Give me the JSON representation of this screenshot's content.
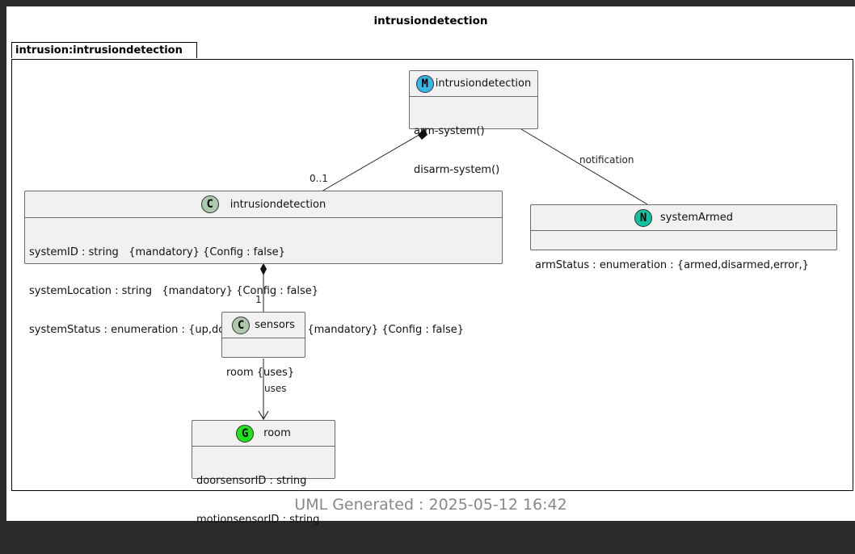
{
  "diagram": {
    "title": "intrusiondetection",
    "package_label": "intrusion:intrusiondetection",
    "footer": "UML Generated : 2025-05-12 16:42"
  },
  "nodes": {
    "module": {
      "stereotype": "M",
      "stereotype_color": "#35b7e8",
      "name": "intrusiondetection",
      "members": [
        "arm-system()",
        "disarm-system()"
      ]
    },
    "container": {
      "stereotype": "C",
      "stereotype_color": "#adc9ad",
      "name": "intrusiondetection",
      "members": [
        "systemID : string   {mandatory} {Config : false}",
        "systemLocation : string   {mandatory} {Config : false}",
        "systemStatus : enumeration : {up,down,armed,...}   {mandatory} {Config : false}"
      ]
    },
    "notification": {
      "stereotype": "N",
      "stereotype_color": "#11c1a1",
      "name": "systemArmed",
      "members": [
        "armStatus : enumeration : {armed,disarmed,error,}"
      ]
    },
    "sensors": {
      "stereotype": "C",
      "stereotype_color": "#adc9ad",
      "name": "sensors",
      "members": [
        "room {uses}"
      ]
    },
    "grouping": {
      "stereotype": "G",
      "stereotype_color": "#1ee31e",
      "name": "room",
      "members": [
        "doorsensorID : string",
        "motionsensorID : string"
      ]
    }
  },
  "edges": {
    "module_container_multiplicity": "0..1",
    "module_notification_label": "notification",
    "container_sensors_multiplicity": "1",
    "sensors_room_label": "uses"
  }
}
